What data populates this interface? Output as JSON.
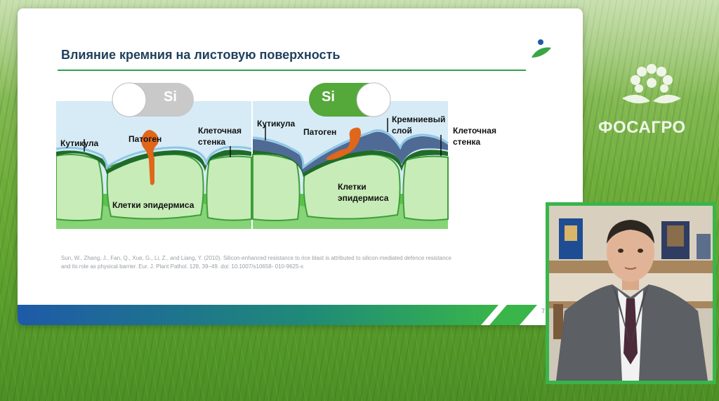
{
  "slide": {
    "title": "Влияние кремния на листовую поверхность",
    "page_number": "7",
    "citation": "Sun, W., Zhang, J., Fan, Q., Xue, G., Li, Z., and Liang, Y. (2010). Silicon-enhanced resistance to rice blast is attributed to silicon-mediated defence resistance and its role as physical barrier. Eur. J. Plant Pathol. 128, 39–49. doi: 10.1007/s10658- 010-9625-x"
  },
  "diagram": {
    "left": {
      "toggle_label": "Si",
      "cuticle": "Кутикула",
      "pathogen": "Патоген",
      "cell_wall": "Клеточная\nстенка",
      "epidermis": "Клетки эпидермиса"
    },
    "right": {
      "toggle_label": "Si",
      "cuticle": "Кутикула",
      "pathogen": "Патоген",
      "silicon_layer": "Кремниевый слой",
      "cell_wall": "Клеточная\nстенка",
      "epidermis": "Клетки\nэпидермиса"
    }
  },
  "brand": {
    "name": "ФОСАГРО"
  },
  "colors": {
    "accent_green": "#2da24a",
    "title_blue": "#1f3f5c",
    "silicon_blue": "#4f6b95",
    "pathogen_orange": "#e0661a",
    "toggle_off": "#c9c9c9",
    "toggle_on": "#55a83a",
    "video_frame": "#39b54a"
  },
  "video": {
    "type": "presenter-webcam"
  }
}
